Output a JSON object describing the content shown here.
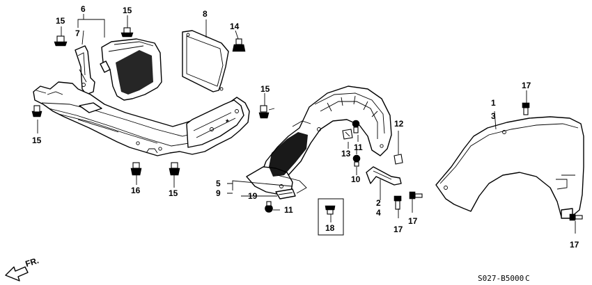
{
  "callouts": {
    "c1": "1",
    "c2": "2",
    "c3": "3",
    "c4": "4",
    "c5": "5",
    "c6": "6",
    "c7": "7",
    "c8": "8",
    "c9": "9",
    "c10": "10",
    "c11a": "11",
    "c11b": "11",
    "c12": "12",
    "c13": "13",
    "c14": "14",
    "c15a": "15",
    "c15b": "15",
    "c15c": "15",
    "c15d": "15",
    "c15e": "15",
    "c16": "16",
    "c17a": "17",
    "c17b": "17",
    "c17c": "17",
    "c17d": "17",
    "c18": "18",
    "c19": "19",
    "asterisk": "*"
  },
  "direction_label": "FR.",
  "diagram_code": "S027-B5000",
  "diagram_code_suffix": "C"
}
